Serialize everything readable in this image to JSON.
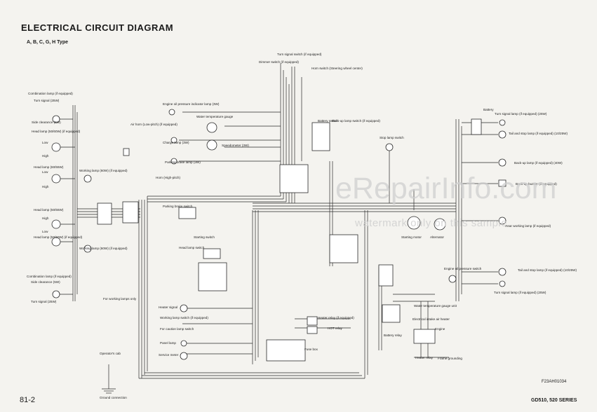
{
  "title": "ELECTRICAL CIRCUIT DIAGRAM",
  "subtitle": "A, B, C, G, H Type",
  "watermark": {
    "main": "eRepairInfo.com",
    "sub": "watermark only on this sample"
  },
  "page_number": "81-2",
  "model": "GD510, 520 SERIES",
  "drawing_number": "F23AH01034",
  "labels": {
    "combination_lamp_top": "Combination lamp (if equipped)",
    "turn_signal_left": "Turn signal (25W)",
    "side_clearance_left": "Side clearance (5W)",
    "head_lamp_top": "Head lamp (50/60W) (if equipped)",
    "low_1": "Low",
    "high_1": "High",
    "head_lamp_2": "Head lamp (60/55W)",
    "low_2": "Low",
    "high_2": "High",
    "head_lamp_3": "Head lamp (50/55W)",
    "high_3": "High",
    "low_3": "Low",
    "head_lamp_4": "Head lamp (50/60W) (if equipped)",
    "combination_lamp_bottom": "Combination lamp (if equipped)",
    "side_clearance_bottom": "Side clearance (5W)",
    "turn_signal_bottom": "Turn signal (25W)",
    "working_lamp_top": "Working lamp (60W) (if equipped)",
    "working_lamp_bottom": "Working lamp (60W) (if equipped)",
    "for_working_lamps": "For working lamps only",
    "air_horn": "Air horn (Low-pitch) (if equipped)",
    "horn_high": "Horn (High-pitch)",
    "engine_oil_indicator": "Engine oil pressure indicator lamp (3W)",
    "water_temp_gauge": "Water temperature gauge",
    "charge_lamp": "Charge lamp (3W)",
    "speedometer": "Speedometer (3W)",
    "parking_brake_lamp": "Parking brake lamp (3W)",
    "dimmer_switch": "Dimmer switch (if equipped)",
    "turn_signal_switch": "Turn signal switch (if equipped)",
    "horn_switch": "Horn switch (Steering wheel center)",
    "battery_switch": "Battery switch",
    "backup_lamp_switch": "Back-up lamp switch (if equipped)",
    "stop_lamp_switch": "Stop lamp switch",
    "parking_brake_switch": "Parking brake switch",
    "starting_switch": "Starting switch",
    "head_lamp_switch": "Head lamp switch",
    "starting_motor": "Starting motor",
    "alternator": "Alternator",
    "battery": "Battery",
    "turn_signal_right_top": "Turn signal lamp (if equipped) (25W)",
    "tail_stop_right_top": "Tail and stop lamp (if equipped) (10/25W)",
    "backup_lamp_right": "Back-up lamp (if equipped) (40W)",
    "backup_buzzer": "Back-up buzzer (if equipped)",
    "rear_working_lamp": "Rear working lamp (if equipped)",
    "tail_stop_right_bottom": "Tail and stop lamp (if equipped) (10/25W)",
    "turn_signal_right_bottom": "Turn signal lamp (if equipped) (25W)",
    "engine_oil_switch": "Engine oil pressure switch",
    "water_temp_sender": "Water temperature gauge unit",
    "electrical_intake_air_heater": "Electrical intake air heater",
    "engine": "Engine",
    "battery_relay": "Battery relay",
    "heater_relay": "Heater relay",
    "frame_grounding": "Frame grounding",
    "heater_signal": "Heater signal",
    "working_lamp_switch": "Working lamp switch (if equipped)",
    "caution_lamp_switch": "For caution lamp switch",
    "heater_relay_small": "Heater relay (if equipped)",
    "hot_relay": "HOT relay",
    "panel_lamp": "Panel lamp",
    "service_meter": "Service meter",
    "fuse_box": "Fuse box",
    "operators_cab": "Operator's cab",
    "ground_connection": "Ground connection"
  }
}
